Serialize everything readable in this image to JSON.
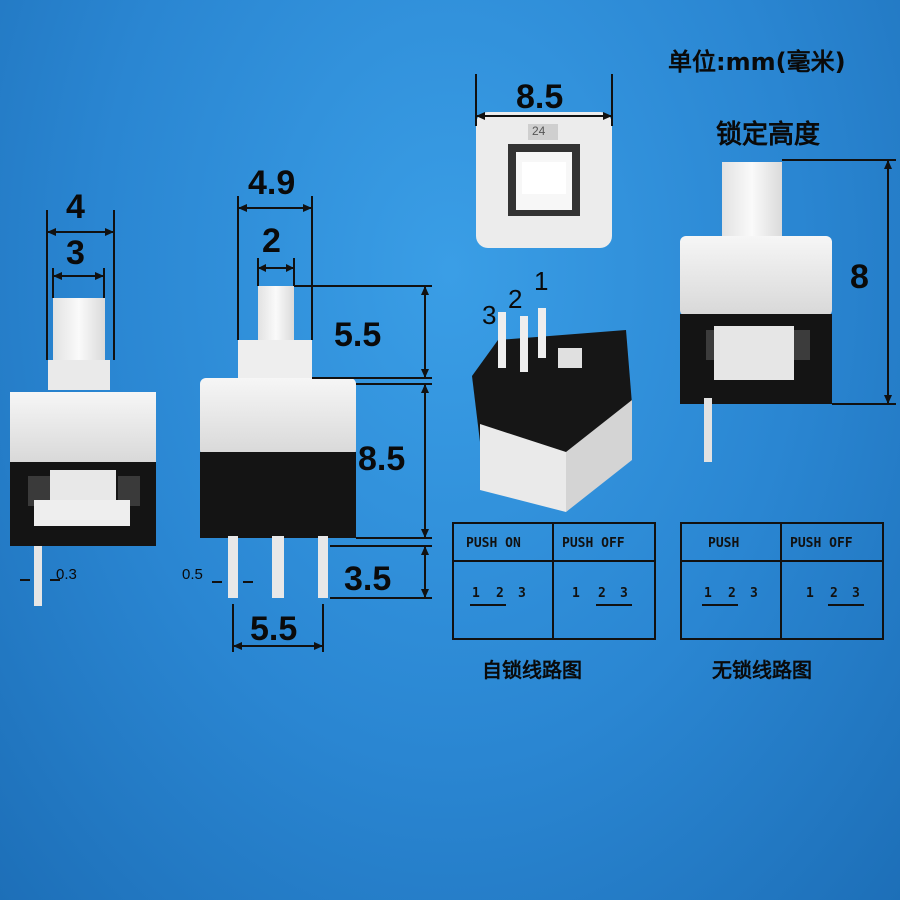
{
  "unit_label": "单位:mm(毫米)",
  "lock_height_label": "锁定高度",
  "left_switch": {
    "outer_width": "4",
    "stem_width": "3",
    "pin_thickness": "0.3"
  },
  "front_switch": {
    "outer_width": "4.9",
    "stem_width": "2",
    "stem_height": "5.5",
    "body_height": "8.5",
    "pin_length": "3.5",
    "pin_width": "0.5",
    "pin_spacing": "5.5"
  },
  "top_view": {
    "width": "8.5",
    "marking": "24"
  },
  "pin_numbers": [
    "3",
    "2",
    "1"
  ],
  "right_switch": {
    "height": "8"
  },
  "self_lock_table": {
    "headers": [
      "PUSH ON",
      "PUSH OFF"
    ],
    "on_pins": [
      "1",
      "2",
      "3"
    ],
    "off_pins": [
      "1",
      "2",
      "3"
    ],
    "caption": "自锁线路图"
  },
  "non_lock_table": {
    "headers": [
      "PUSH",
      "PUSH OFF"
    ],
    "on_pins": [
      "1",
      "2",
      "3"
    ],
    "off_pins": [
      "1",
      "2",
      "3"
    ],
    "caption": "无锁线路图"
  },
  "colors": {
    "background": "#2a86d2",
    "body_white": "#ececec",
    "body_black": "#151515",
    "stem": "#f4f4f4"
  }
}
